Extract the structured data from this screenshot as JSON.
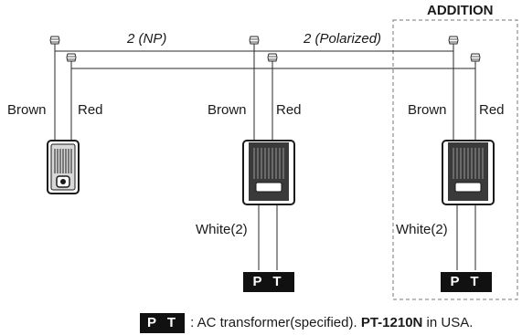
{
  "addition_label": "ADDITION",
  "wires": {
    "top_left": "2 (NP)",
    "top_right": "2 (Polarized)"
  },
  "stations": [
    {
      "wire_left": "Brown",
      "wire_right": "Red"
    },
    {
      "wire_left": "Brown",
      "wire_right": "Red",
      "transformer_wire": "White(2)",
      "transformer_label": "P T"
    },
    {
      "wire_left": "Brown",
      "wire_right": "Red",
      "transformer_wire": "White(2)",
      "transformer_label": "P T"
    }
  ],
  "legend": {
    "badge": "P T",
    "separator": ":",
    "text": "AC transformer(specified).",
    "model": "PT-1210N",
    "suffix": "in USA."
  },
  "colors": {
    "line": "#2a2a2a",
    "box": "#111111",
    "dash": "#777777"
  }
}
